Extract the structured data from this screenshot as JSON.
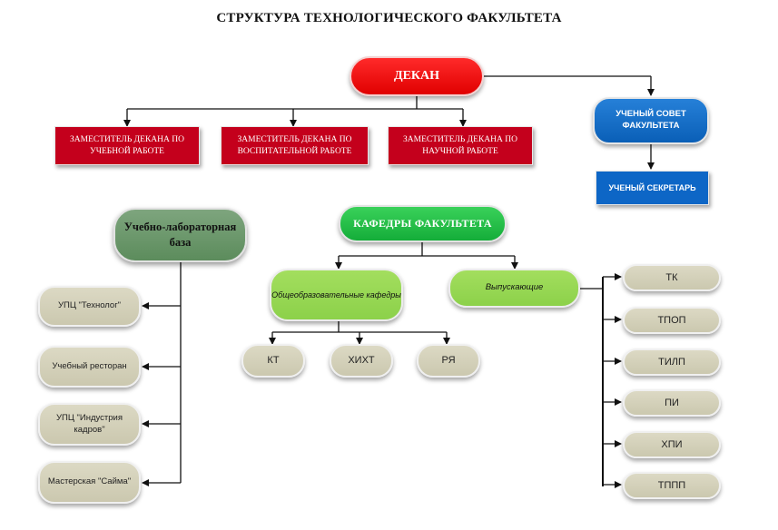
{
  "title": "СТРУКТУРА ТЕХНОЛОГИЧЕСКОГО ФАКУЛЬТЕТА",
  "dean": "ДЕКАН",
  "deputies": [
    "ЗАМЕСТИТЕЛЬ ДЕКАНА ПО УЧЕБНОЙ РАБОТЕ",
    "ЗАМЕСТИТЕЛЬ ДЕКАНА ПО ВОСПИТАТЕЛЬНОЙ РАБОТЕ",
    "ЗАМЕСТИТЕЛЬ ДЕКАНА ПО НАУЧНОЙ РАБОТЕ"
  ],
  "council": "УЧЕНЫЙ СОВЕТ ФАКУЛЬТЕТА",
  "secretary": "УЧЕНЫЙ СЕКРЕТАРЬ",
  "lab_base": {
    "title": "Учебно-лабораторная база",
    "items": [
      "УПЦ \"Технолог\"",
      "Учебный ресторан",
      "УПЦ \"Индустрия кадров\"",
      "Мастерская \"Сайма\""
    ]
  },
  "departments": {
    "title": "КАФЕДРЫ  ФАКУЛЬТЕТА",
    "general": {
      "title": "Общеобразовательные кафедры",
      "items": [
        "КТ",
        "ХИХТ",
        "РЯ"
      ]
    },
    "graduating": {
      "title": "Выпускающие",
      "items": [
        "ТК",
        "ТПОП",
        "ТИЛП",
        "ПИ",
        "ХПИ",
        "ТППП"
      ]
    }
  },
  "colors": {
    "dean": "#e00000",
    "deputy": "#c4001c",
    "council": "#0a5fb7",
    "lab_base": "#6a966a",
    "departments": "#1cb840",
    "subgroups": "#95d654",
    "units": "#d3d0b8"
  }
}
